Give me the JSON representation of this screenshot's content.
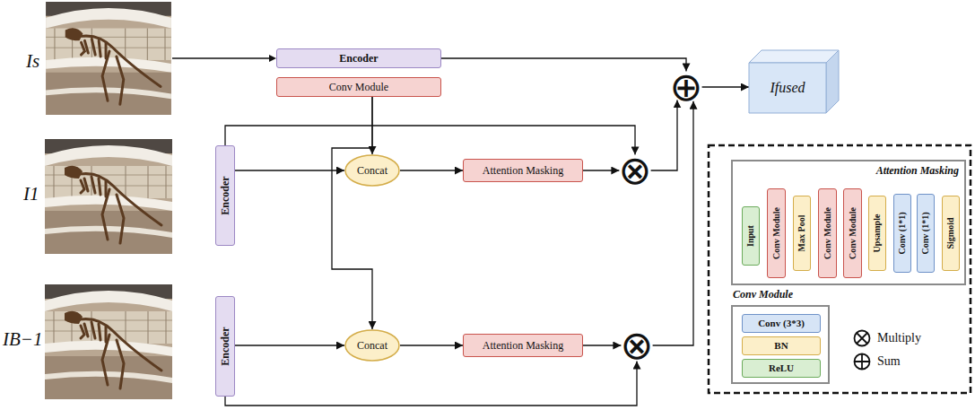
{
  "diagram": {
    "nodes": [
      {
        "text": [
          "Encoder"
        ]
      },
      {
        "text": [
          "Conv Module"
        ]
      },
      {
        "text": [
          "⊕"
        ]
      },
      {
        "text": [
          "Ifused"
        ]
      },
      {
        "text": [
          "Encoder"
        ]
      },
      {
        "text": [
          "Concat"
        ]
      },
      {
        "text": [
          "Attention Masking"
        ]
      },
      {
        "text": [
          "⊗"
        ]
      },
      {
        "text": [
          "Encoder"
        ]
      },
      {
        "text": [
          "Concat"
        ]
      },
      {
        "text": [
          "Attention Masking"
        ]
      },
      {
        "text": [
          "⊗"
        ]
      },
      {
        "text": [
          "Attention Masking"
        ]
      },
      {
        "text": [
          "Input"
        ],
        "in": 12
      },
      {
        "text": [
          "Conv Module"
        ],
        "in": 12
      },
      {
        "text": [
          "Max Pool"
        ],
        "in": 12
      },
      {
        "text": [
          "Conv Module"
        ],
        "in": 12
      },
      {
        "text": [
          "Conv Module"
        ],
        "in": 12
      },
      {
        "text": [
          "Upsample"
        ],
        "in": 12
      },
      {
        "text": [
          "Conv (1*1)"
        ],
        "in": 12
      },
      {
        "text": [
          "Conv (1*1)"
        ],
        "in": 12
      },
      {
        "text": [
          "Sigmoid"
        ],
        "in": 12
      },
      {
        "text": [
          "Conv Module"
        ]
      },
      {
        "text": [
          "Conv (3*3)"
        ],
        "in": 22
      },
      {
        "text": [
          "BN"
        ],
        "in": 22
      },
      {
        "text": [
          "ReLU"
        ],
        "in": 22
      }
    ],
    "edges": [
      {
        "from": 0,
        "to": 2,
        "arrow": "to"
      },
      {
        "from": 1,
        "to": 5,
        "arrow": "to"
      },
      {
        "from": 1,
        "to": 9,
        "arrow": "to"
      },
      {
        "from": 2,
        "to": 3,
        "arrow": "to"
      },
      {
        "from": 4,
        "to": 5,
        "arrow": "to"
      },
      {
        "from": 4,
        "to": 7,
        "arrow": "to"
      },
      {
        "from": 5,
        "to": 6,
        "arrow": "to"
      },
      {
        "from": 6,
        "to": 7,
        "arrow": "to"
      },
      {
        "from": 7,
        "to": 2,
        "arrow": "to"
      },
      {
        "from": 8,
        "to": 9,
        "arrow": "to"
      },
      {
        "from": 8,
        "to": 11,
        "arrow": "to"
      },
      {
        "from": 9,
        "to": 10,
        "arrow": "to"
      },
      {
        "from": 10,
        "to": 11,
        "arrow": "to"
      },
      {
        "from": 11,
        "to": 2,
        "arrow": "to"
      }
    ],
    "labels": [
      "Is",
      "I1",
      "IB−1"
    ],
    "legend": [
      {
        "text": "Multiply"
      },
      {
        "text": "Sum"
      }
    ]
  }
}
